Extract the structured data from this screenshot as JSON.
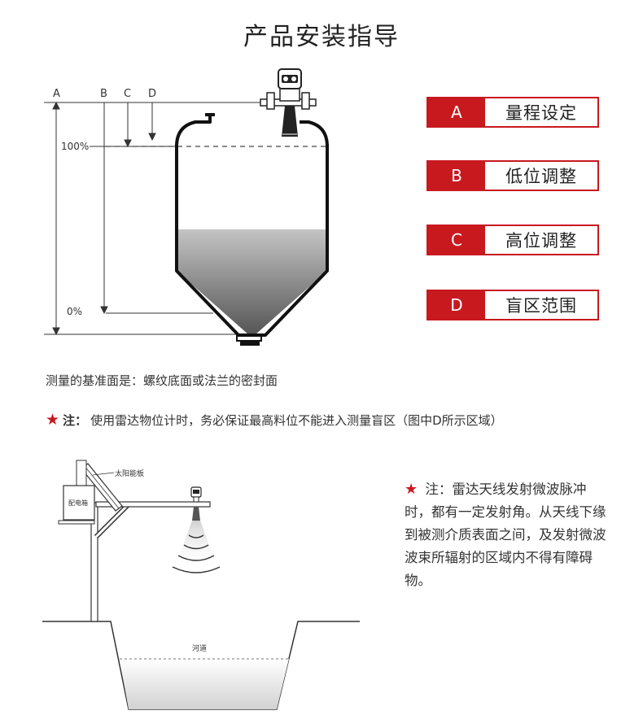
{
  "title": "产品安装指导",
  "silo_diagram": {
    "markers": [
      "A",
      "B",
      "C",
      "D"
    ],
    "level_full": "100%",
    "level_empty": "0%"
  },
  "legend": [
    {
      "key": "A",
      "text": "量程设定"
    },
    {
      "key": "B",
      "text": "低位调整"
    },
    {
      "key": "C",
      "text": "高位调整"
    },
    {
      "key": "D",
      "text": "盲区范围"
    }
  ],
  "notes": {
    "basis": "测量的基准面是：螺纹底面或法兰的密封面",
    "warning_label": "注：",
    "warning_text": "使用雷达物位计时，务必保证最高料位不能进入测量盲区（图中D所示区域）",
    "beam_label": "注：",
    "beam_text": "雷达天线发射微波脉冲时，都有一定发射角。从天线下缘到被测介质表面之间，及发射微波波束所辐射的区域内不得有障碍物。"
  },
  "river_diagram": {
    "solar_panel_label": "太阳能板",
    "control_box_label": "配电箱",
    "river_label": "河道"
  },
  "colors": {
    "accent": "#c8191f",
    "text": "#222222",
    "material_gradient_top": "#bdbdbd",
    "material_gradient_bottom": "#5a5a5a"
  },
  "icons": [
    "star-icon",
    "radar-sensor-icon",
    "solar-panel-icon",
    "control-box-icon",
    "wave-icon"
  ]
}
